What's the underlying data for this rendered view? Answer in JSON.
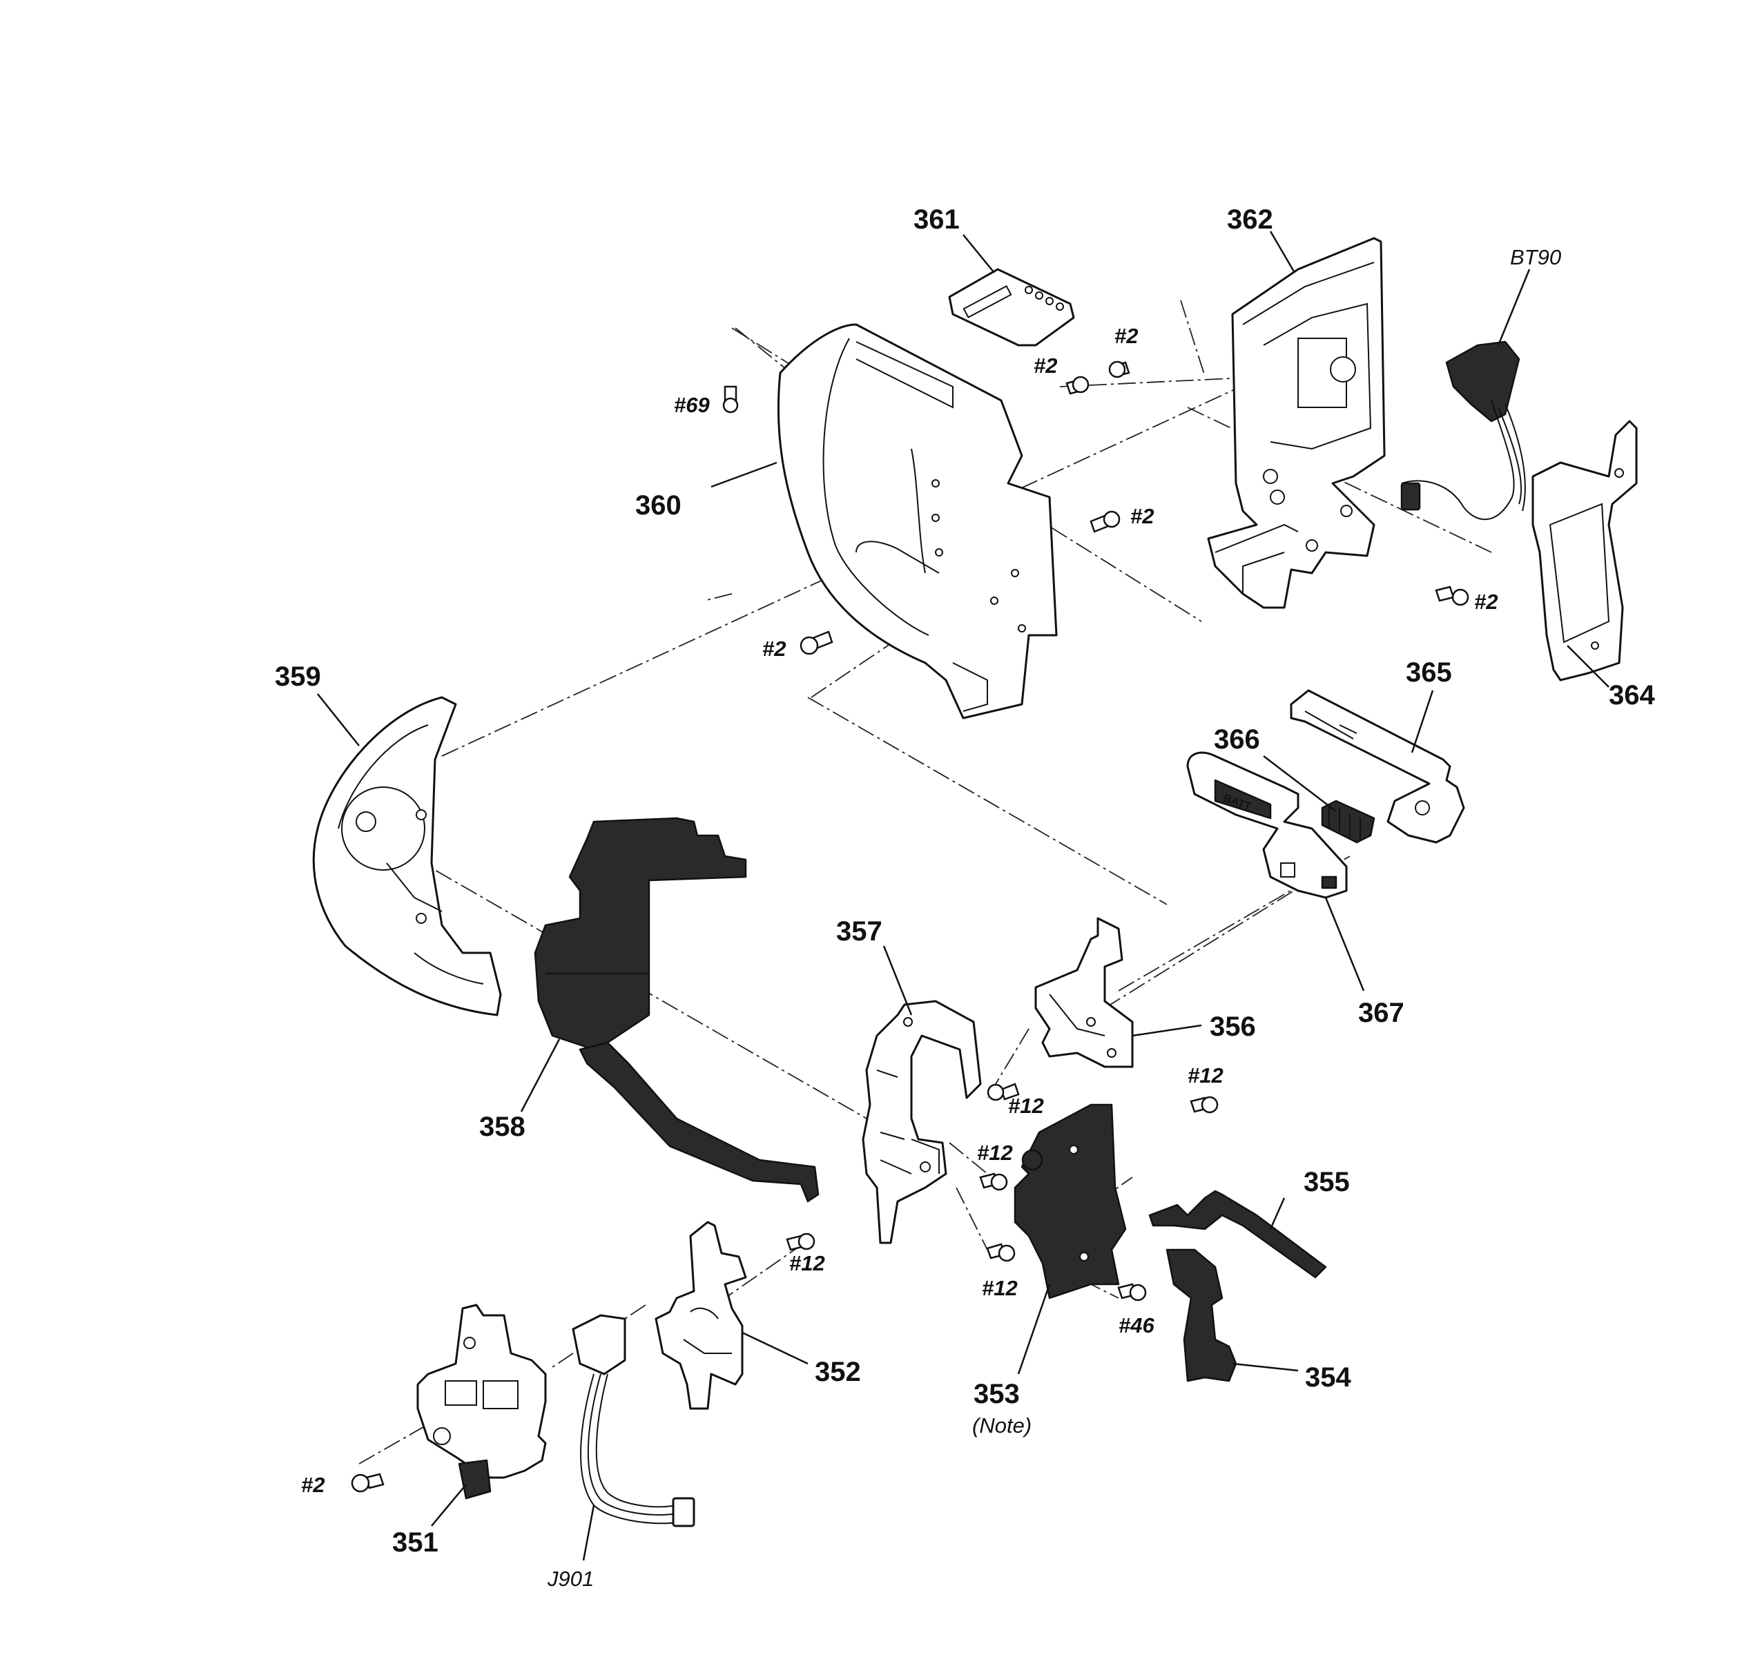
{
  "parts": {
    "p351": "351",
    "p352": "352",
    "p353": "353",
    "p353_note": "(Note)",
    "p354": "354",
    "p355": "355",
    "p356": "356",
    "p357": "357",
    "p358": "358",
    "p359": "359",
    "p360": "360",
    "p361": "361",
    "p362": "362",
    "p364": "364",
    "p365": "365",
    "p366": "366",
    "p367": "367"
  },
  "connectors": {
    "bt90": "BT90",
    "j901": "J901"
  },
  "screws": {
    "s69": "#69",
    "s2_a": "#2",
    "s2_b": "#2",
    "s2_c": "#2",
    "s2_d": "#2",
    "s2_e": "#2",
    "s2_f": "#2",
    "s12_a": "#12",
    "s12_b": "#12",
    "s12_c": "#12",
    "s12_d": "#12",
    "s12_e": "#12",
    "s46": "#46"
  },
  "part_markings": {
    "batt": "BATT"
  }
}
